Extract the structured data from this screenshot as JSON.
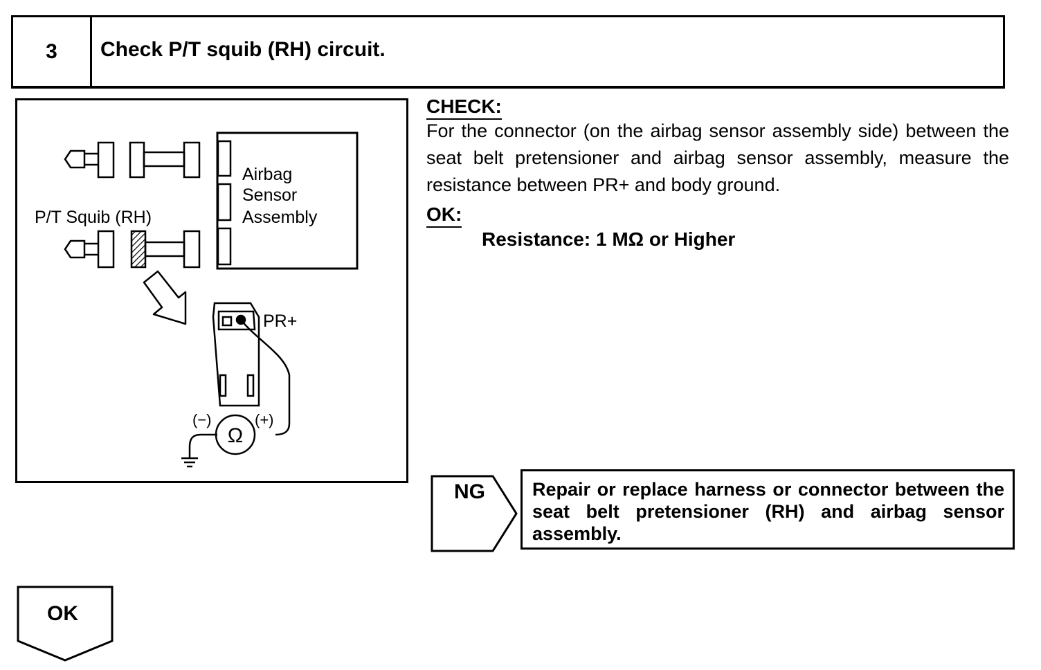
{
  "step": {
    "number": "3",
    "title": "Check P/T squib (RH) circuit."
  },
  "diagram": {
    "sensor_label_line1": "Airbag",
    "sensor_label_line2": "Sensor",
    "sensor_label_line3": "Assembly",
    "squib_label": "P/T Squib (RH)",
    "terminal_label": "PR+",
    "ohmmeter_symbol": "Ω",
    "minus_label": "(−)",
    "plus_label": "(+)"
  },
  "check": {
    "heading": "CHECK:",
    "body": "For the connector (on the airbag sensor assembly side) between the seat belt pretensioner and airbag sensor assembly, measure the resistance between PR+ and body ground."
  },
  "ok_section": {
    "heading": "OK:",
    "spec": "Resistance: 1 MΩ or Higher"
  },
  "ng": {
    "label": "NG",
    "result": "Repair or replace harness or connector between the seat belt pretensioner (RH) and airbag sensor assembly."
  },
  "ok_flow": {
    "label": "OK"
  }
}
